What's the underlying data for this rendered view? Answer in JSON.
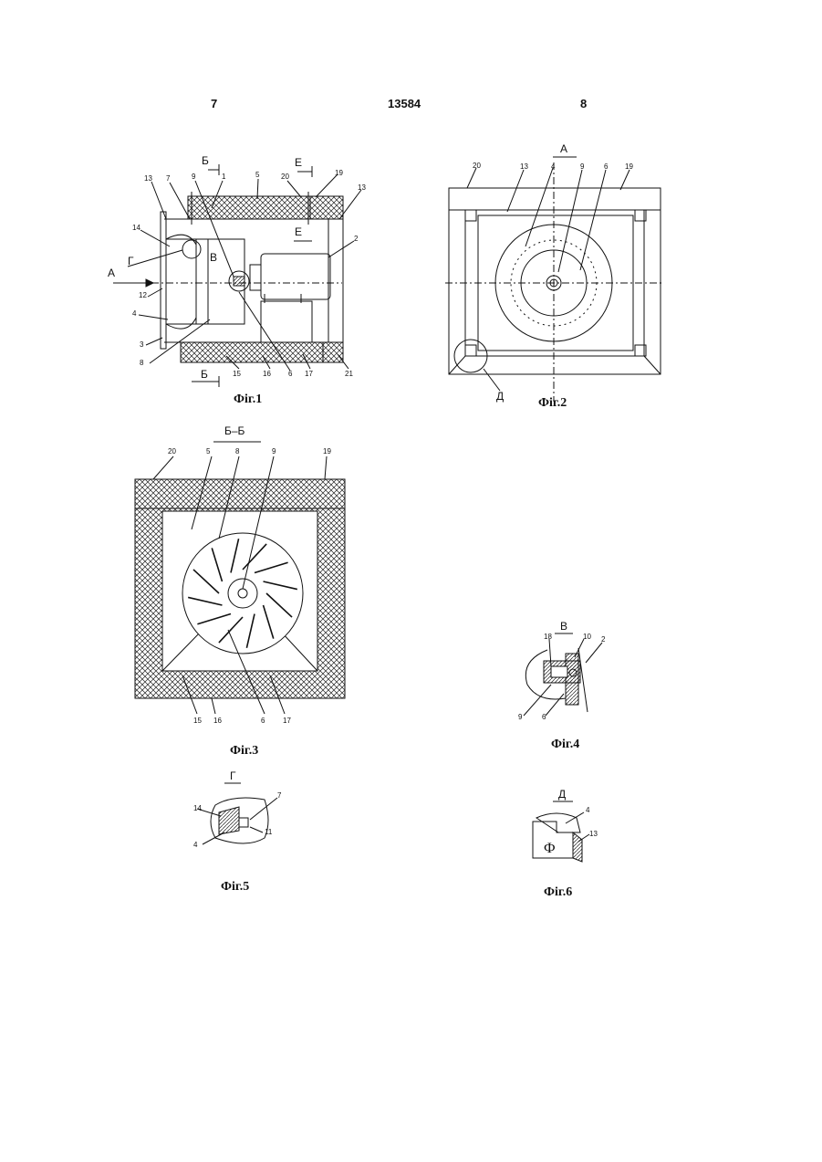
{
  "header": {
    "page_left": "7",
    "doc_number": "13584",
    "page_right": "8"
  },
  "figures": {
    "fig1": {
      "caption": "Фіг.1",
      "section_b": "Б",
      "section_e": "Е",
      "arrow_a": "А",
      "view_g": "Г",
      "view_v": "В",
      "labels": [
        "13",
        "7",
        "9",
        "1",
        "5",
        "20",
        "19",
        "13",
        "14",
        "2",
        "12",
        "4",
        "3",
        "8",
        "15",
        "16",
        "6",
        "17",
        "21"
      ]
    },
    "fig2": {
      "caption": "Фіг.2",
      "title": "А",
      "view_d": "Д",
      "labels": [
        "20",
        "13",
        "4",
        "9",
        "6",
        "19"
      ]
    },
    "fig3": {
      "caption": "Фіг.3",
      "title": "Б–Б",
      "labels": [
        "20",
        "5",
        "8",
        "9",
        "19",
        "15",
        "16",
        "6",
        "17"
      ]
    },
    "fig4": {
      "caption": "Фіг.4",
      "title": "В",
      "labels": [
        "18",
        "10",
        "2",
        "9",
        "6"
      ]
    },
    "fig5": {
      "caption": "Фіг.5",
      "title": "Г",
      "labels": [
        "14",
        "7",
        "4",
        "11"
      ]
    },
    "fig6": {
      "caption": "Фіг.6",
      "title": "Д",
      "labels": [
        "4",
        "13"
      ],
      "symbol": "Ф"
    }
  },
  "colors": {
    "ink": "#111111",
    "paper": "#ffffff"
  }
}
